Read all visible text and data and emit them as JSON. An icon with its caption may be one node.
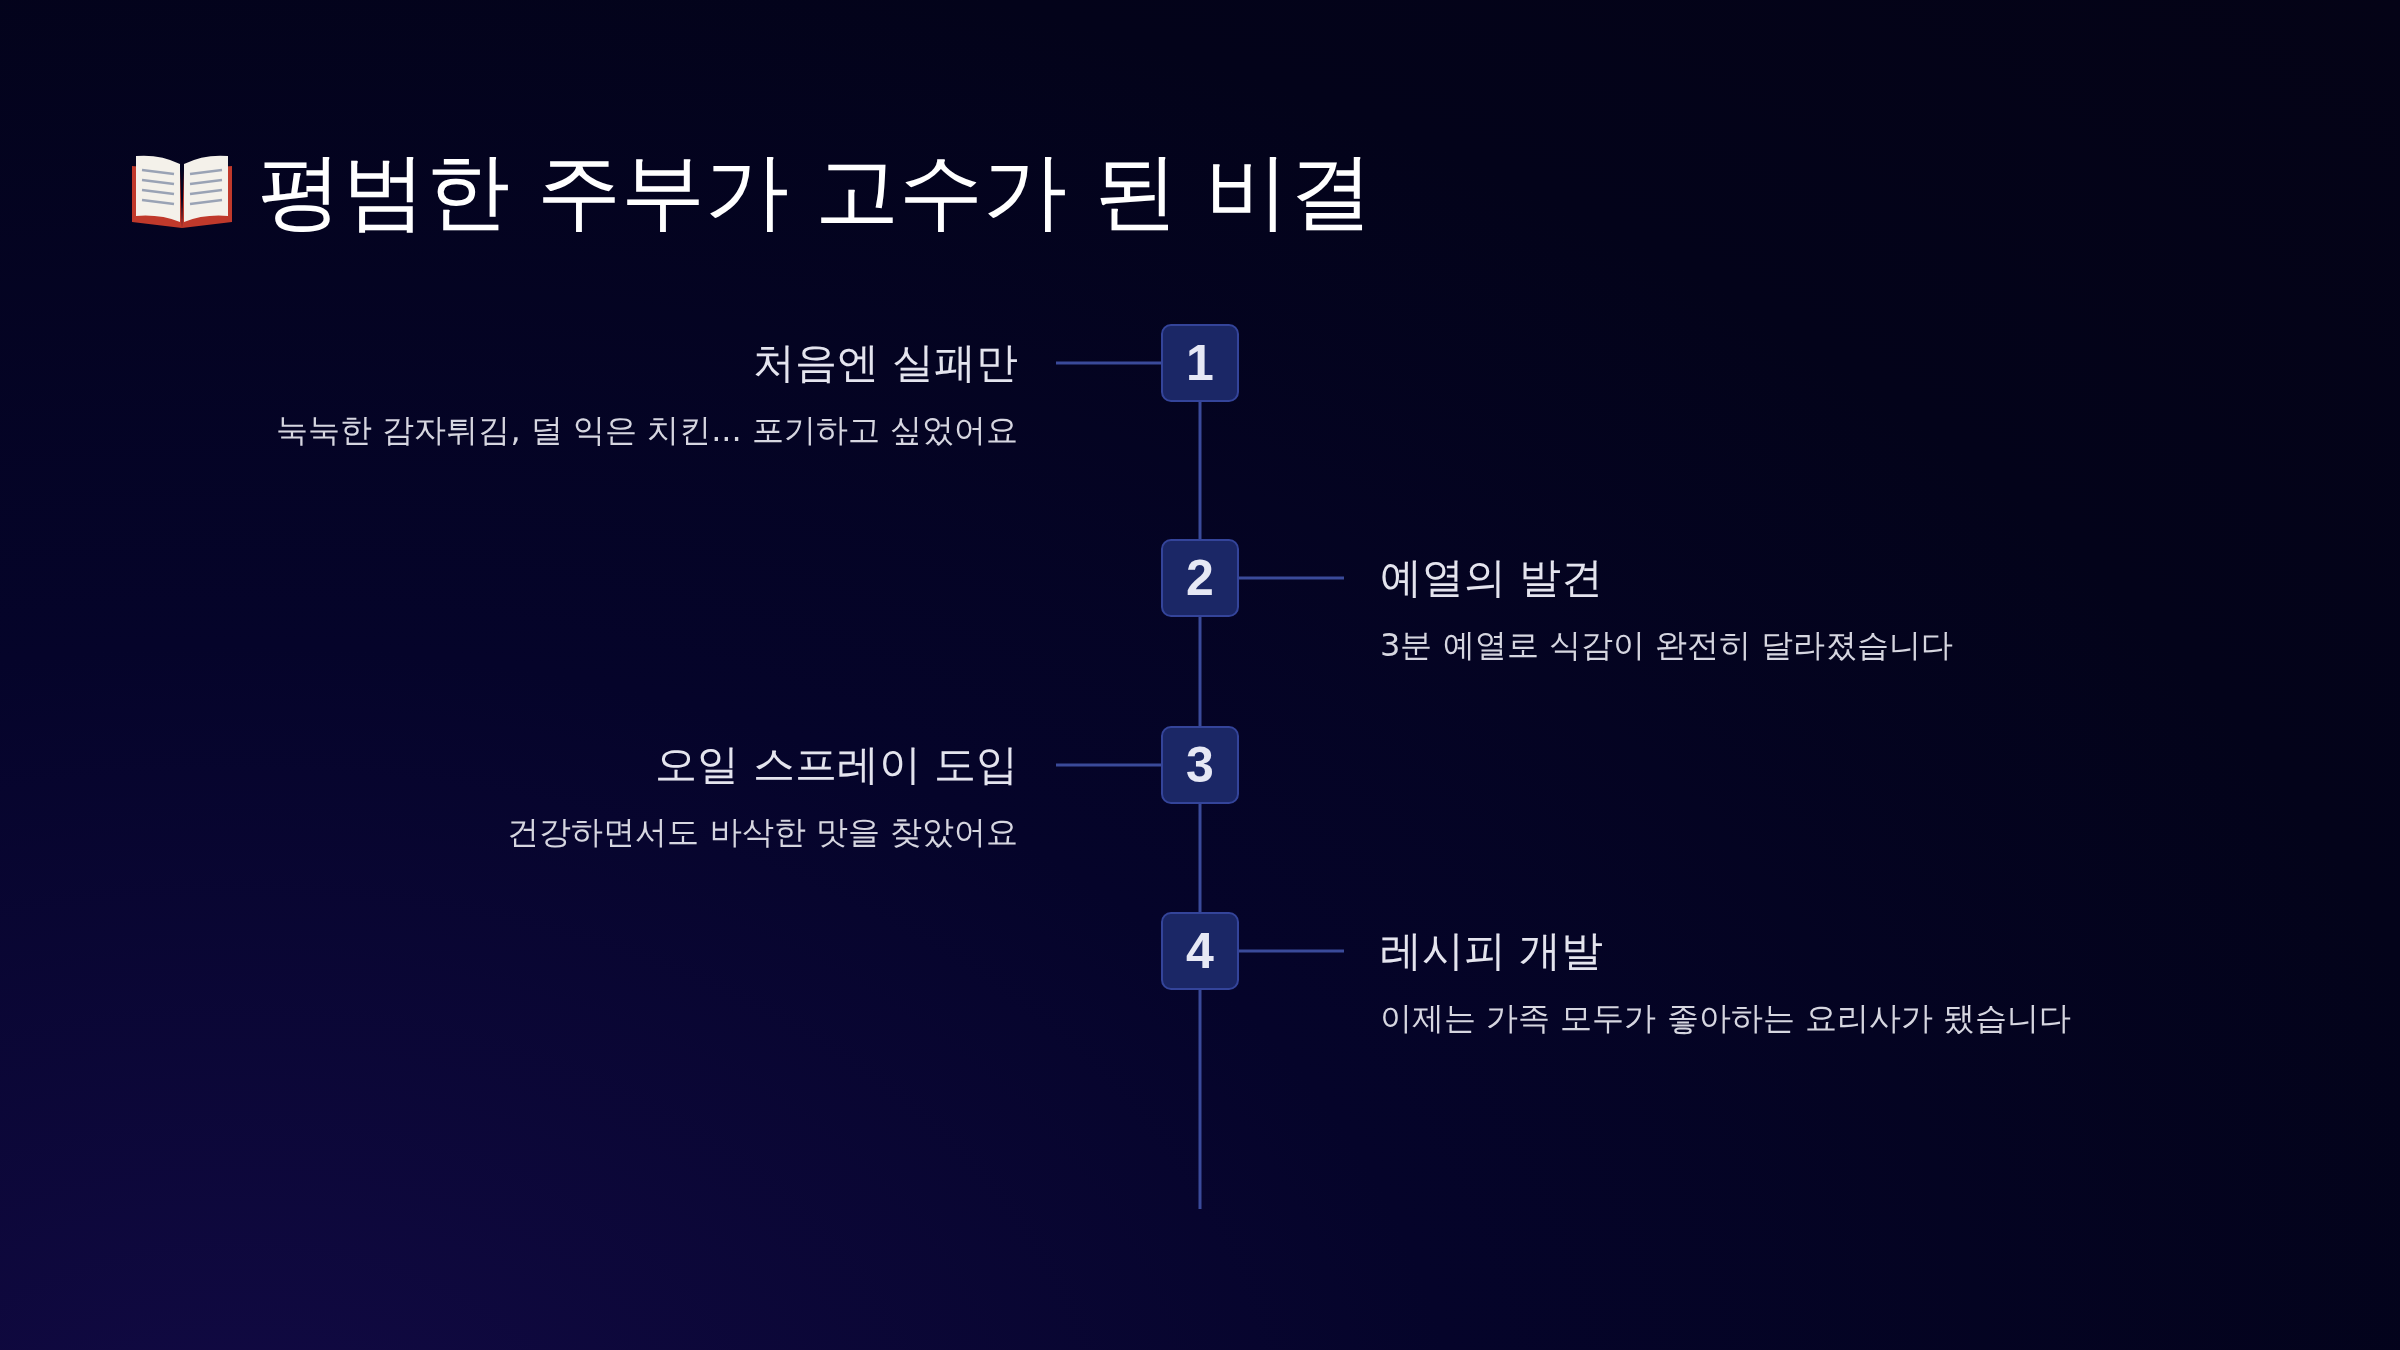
{
  "diagram": {
    "title": "평범한 주부가 고수가 된 비결",
    "nodes": [
      {
        "text": [
          "1"
        ]
      },
      {
        "text": [
          "처음엔 실패만",
          "눅눅한 감자튀김, 덜 익은 치킨... 포기하고 싶었어요"
        ]
      },
      {
        "text": [
          "2"
        ]
      },
      {
        "text": [
          "예열의 발견",
          "3분 예열로 식감이 완전히 달라졌습니다"
        ]
      },
      {
        "text": [
          "3"
        ]
      },
      {
        "text": [
          "오일 스프레이 도입",
          "건강하면서도 바삭한 맛을 찾았어요"
        ]
      },
      {
        "text": [
          "4"
        ]
      },
      {
        "text": [
          "레시피 개발",
          "이제는 가족 모두가 좋아하는 요리사가 됐습니다"
        ]
      }
    ],
    "edges": [
      {
        "from": 0,
        "to": 2,
        "arrow": "none"
      },
      {
        "from": 2,
        "to": 4,
        "arrow": "none"
      },
      {
        "from": 4,
        "to": 6,
        "arrow": "none"
      },
      {
        "from": 6,
        "to": null,
        "arrow": "none"
      },
      {
        "from": 0,
        "to": 1,
        "arrow": "none"
      },
      {
        "from": 2,
        "to": 3,
        "arrow": "none"
      },
      {
        "from": 4,
        "to": 5,
        "arrow": "none"
      },
      {
        "from": 6,
        "to": 7,
        "arrow": "none"
      }
    ]
  }
}
